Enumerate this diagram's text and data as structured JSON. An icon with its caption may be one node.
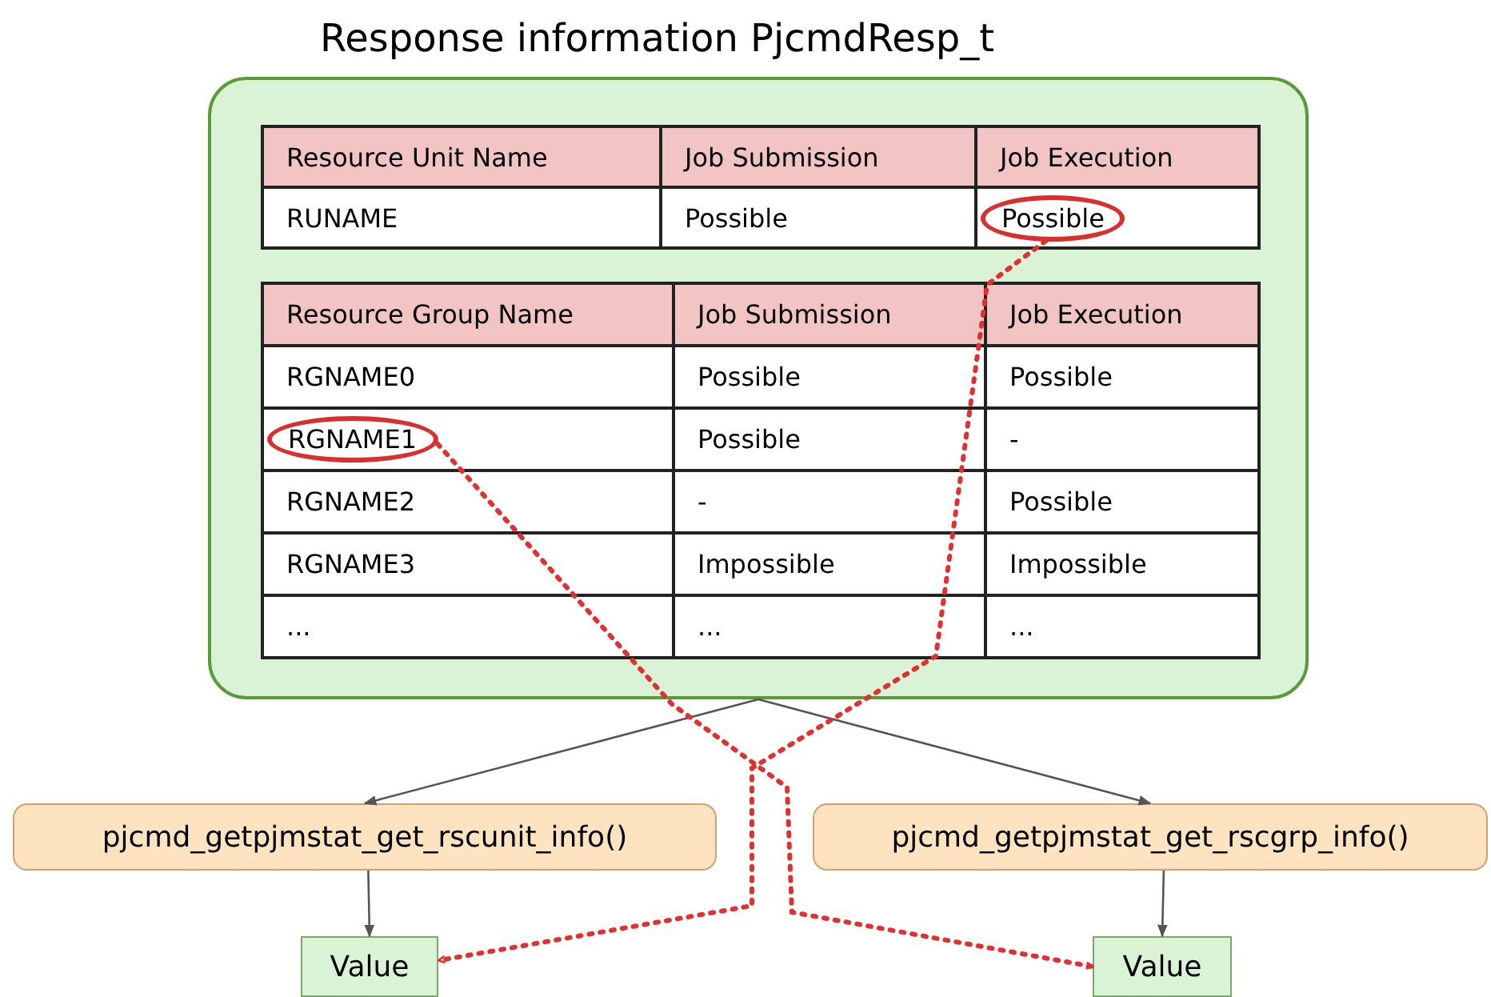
{
  "diagram": {
    "nodes": [
      {
        "text": [
          "Response information PjcmdResp_t"
        ]
      },
      {
        "text": [
          "Possible"
        ],
        "in": 0
      },
      {
        "text": [
          "RGNAME1"
        ],
        "in": 0
      },
      {
        "text": [
          "pjcmd_getpjmstat_get_rscunit_info()"
        ]
      },
      {
        "text": [
          "pjcmd_getpjmstat_get_rscgrp_info()"
        ]
      },
      {
        "text": [
          "Value"
        ]
      },
      {
        "text": [
          "Value"
        ]
      }
    ],
    "edges": [
      {
        "from": 0,
        "to": 3,
        "arrow": "to"
      },
      {
        "from": 0,
        "to": 4,
        "arrow": "to"
      },
      {
        "from": 3,
        "to": 5,
        "arrow": "to"
      },
      {
        "from": 4,
        "to": 6,
        "arrow": "to"
      },
      {
        "from": 1,
        "to": 5,
        "arrow": "to",
        "style": "dashed",
        "color": "#e03030"
      },
      {
        "from": 2,
        "to": 6,
        "arrow": "to",
        "style": "dashed",
        "color": "#e03030"
      }
    ],
    "labels": [
      "Resource Unit Name",
      "Job Submission",
      "Job Execution",
      "RUNAME",
      "Possible",
      "Resource Group Name",
      "Job Submission",
      "Job Execution",
      "RGNAME0",
      "Possible",
      "Possible",
      "Possible",
      "-",
      "RGNAME2",
      "-",
      "Possible",
      "RGNAME3",
      "Impossible",
      "Impossible",
      "...",
      "...",
      "..."
    ]
  }
}
